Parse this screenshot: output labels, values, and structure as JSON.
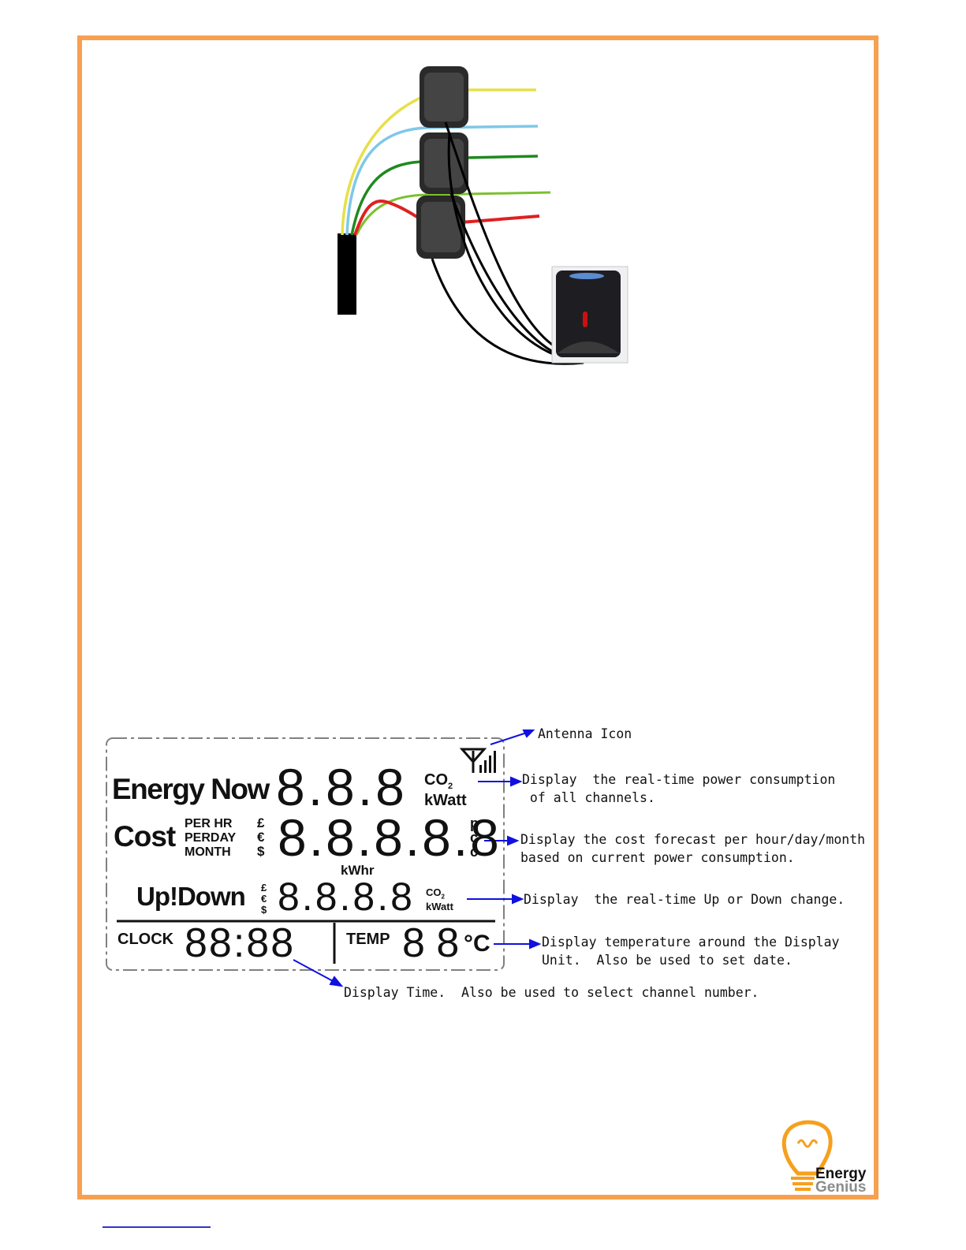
{
  "lcd": {
    "energy_now_label": "Energy Now",
    "energy_now_digits": "8.8.8",
    "co2_label": "CO",
    "co2_sub": "2",
    "kwatt_label": "kWatt",
    "cost_label": "Cost",
    "period_labels": [
      "PER HR",
      "PERDAY",
      "MONTH"
    ],
    "currency_symbols": [
      "£",
      "€",
      "$"
    ],
    "cost_digits": "8.8.8.8.8",
    "cost_units": [
      "p",
      "c",
      "c"
    ],
    "kwhr_label": "kWhr",
    "updown_label": "Up!Down",
    "updown_digits": "8.8.8.8",
    "clock_label": "CLOCK",
    "clock_digits": "88:88",
    "temp_label": "TEMP",
    "temp_digits": "8 8",
    "temp_unit": "°C"
  },
  "annotations": {
    "antenna": "Antenna Icon",
    "energy_now": "Display  the real-time power consumption\n of all channels.",
    "cost": "Display the cost forecast per hour/day/month\nbased on current power consumption.",
    "updown": "Display  the real-time Up or Down change.",
    "temp": "Display temperature around the Display\nUnit.  Also be used to set date.",
    "clock": "Display Time.  Also be used to select channel number."
  },
  "brand": {
    "line1": "Energy",
    "line2": "Genius"
  },
  "colors": {
    "frame": "#f7a050",
    "arrow": "#1010e0",
    "brand_orange": "#f5a01e",
    "brand_grey": "#8c8c8c"
  }
}
